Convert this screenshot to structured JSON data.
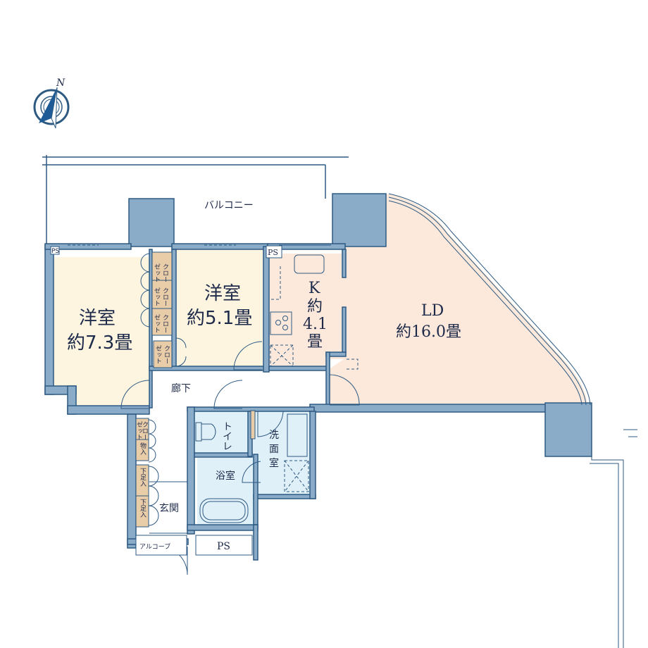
{
  "compass": {
    "label": "N",
    "icon": "compass-north-icon"
  },
  "rooms": {
    "balcony": {
      "label": "バルコニー"
    },
    "western_room_1": {
      "name": "洋室",
      "size": "約7.3畳"
    },
    "western_room_2": {
      "name": "洋室",
      "size": "約5.1畳"
    },
    "kitchen": {
      "name": "K",
      "line1": "約",
      "line2": "4.1",
      "line3": "畳"
    },
    "living_dining": {
      "name": "LD",
      "size": "約16.0畳"
    },
    "hallway": {
      "label": "廊下"
    },
    "toilet": {
      "label": "トイレ"
    },
    "washroom": {
      "line1": "洗",
      "line2": "面",
      "line3": "室"
    },
    "bathroom": {
      "label": "浴室"
    },
    "entrance": {
      "label": "玄関"
    },
    "alcove": {
      "label": "アルコーブ"
    },
    "ps_main": {
      "label": "PS"
    },
    "ps_small_1": {
      "label": "PS"
    },
    "ps_small_2": {
      "label": "PS"
    }
  },
  "closets": [
    {
      "line1": "クロー",
      "line2": "ゼット"
    },
    {
      "line1": "クロー",
      "line2": "ゼット"
    },
    {
      "line1": "クロー",
      "line2": "ゼット"
    },
    {
      "line1": "クロー",
      "line2": "ゼット"
    },
    {
      "line1": "クロー",
      "line2": "ゼット"
    }
  ],
  "storage": {
    "label": "物入"
  },
  "shoe_boxes": [
    {
      "label": "下足入"
    },
    {
      "label": "下足入"
    }
  ],
  "colors": {
    "wall": "#8aacc8",
    "wall_stroke": "#2e5a82",
    "western_room": "#fdf5e0",
    "ld_kitchen": "#fde9db",
    "wet_area": "#e0f0f8",
    "closet": "#e9cca8",
    "text": "#1e2a4a"
  }
}
